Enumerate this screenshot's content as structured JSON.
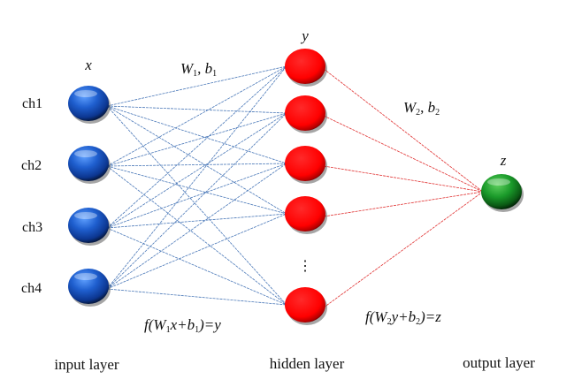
{
  "diagram": {
    "type": "feed-forward neural network",
    "layers": [
      {
        "name": "input",
        "label": "input layer",
        "symbol": "x",
        "color": "#1f5fcf",
        "nodes": [
          "ch1",
          "ch2",
          "ch3",
          "ch4"
        ]
      },
      {
        "name": "hidden",
        "label": "hidden layer",
        "symbol": "y",
        "color": "#ff1010",
        "node_count_drawn": 5,
        "ellipsis": "⋮"
      },
      {
        "name": "output",
        "label": "output layer",
        "symbol": "z",
        "color": "#1a9a2a",
        "node_count_drawn": 1
      }
    ],
    "connections": [
      {
        "from": "input",
        "to": "hidden",
        "color": "#4a78b8",
        "label_w": "W",
        "sub_w": "1",
        "label_b": "b",
        "sub_b": "1"
      },
      {
        "from": "hidden",
        "to": "output",
        "color": "#e03030",
        "label_w": "W",
        "sub_w": "2",
        "label_b": "b",
        "sub_b": "2"
      }
    ],
    "equations": {
      "hidden": {
        "f": "f(",
        "w": "W",
        "w_sub": "1",
        "mid": "x+",
        "b": "b",
        "b_sub": "1",
        "end": ")=y"
      },
      "output": {
        "f": "f(",
        "w": "W",
        "w_sub": "2",
        "mid": "y+",
        "b": "b",
        "b_sub": "2",
        "end": ")=z"
      }
    }
  }
}
